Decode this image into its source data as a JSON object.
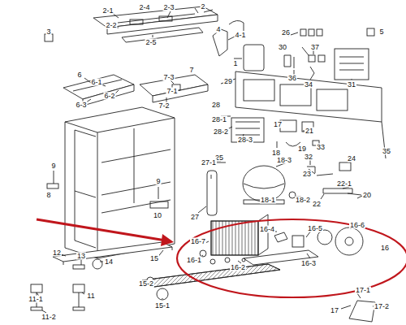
{
  "diagram": {
    "labels": [
      "2-1",
      "2-4",
      "2-3",
      "2",
      "2-2",
      "2-5",
      "3",
      "4",
      "4-1",
      "26",
      "5",
      "1",
      "30",
      "37",
      "36",
      "34",
      "31",
      "6",
      "6-1",
      "6-2",
      "6-3",
      "7",
      "7-3",
      "7-1",
      "7-2",
      "29",
      "28",
      "28-1",
      "28-2",
      "28-3",
      "17",
      "21",
      "33",
      "35",
      "18",
      "19",
      "25",
      "9",
      "8",
      "9",
      "10",
      "27-1",
      "27",
      "18-3",
      "18-1",
      "18-2",
      "32",
      "24",
      "23",
      "20",
      "22-1",
      "22",
      "16-4",
      "16-5",
      "16-6",
      "16-7",
      "16-1",
      "16-2",
      "16-3",
      "16",
      "12",
      "13",
      "14",
      "15",
      "15-2",
      "15-1",
      "11-1",
      "11-2",
      "11",
      "17-1",
      "17-2",
      "17"
    ]
  }
}
